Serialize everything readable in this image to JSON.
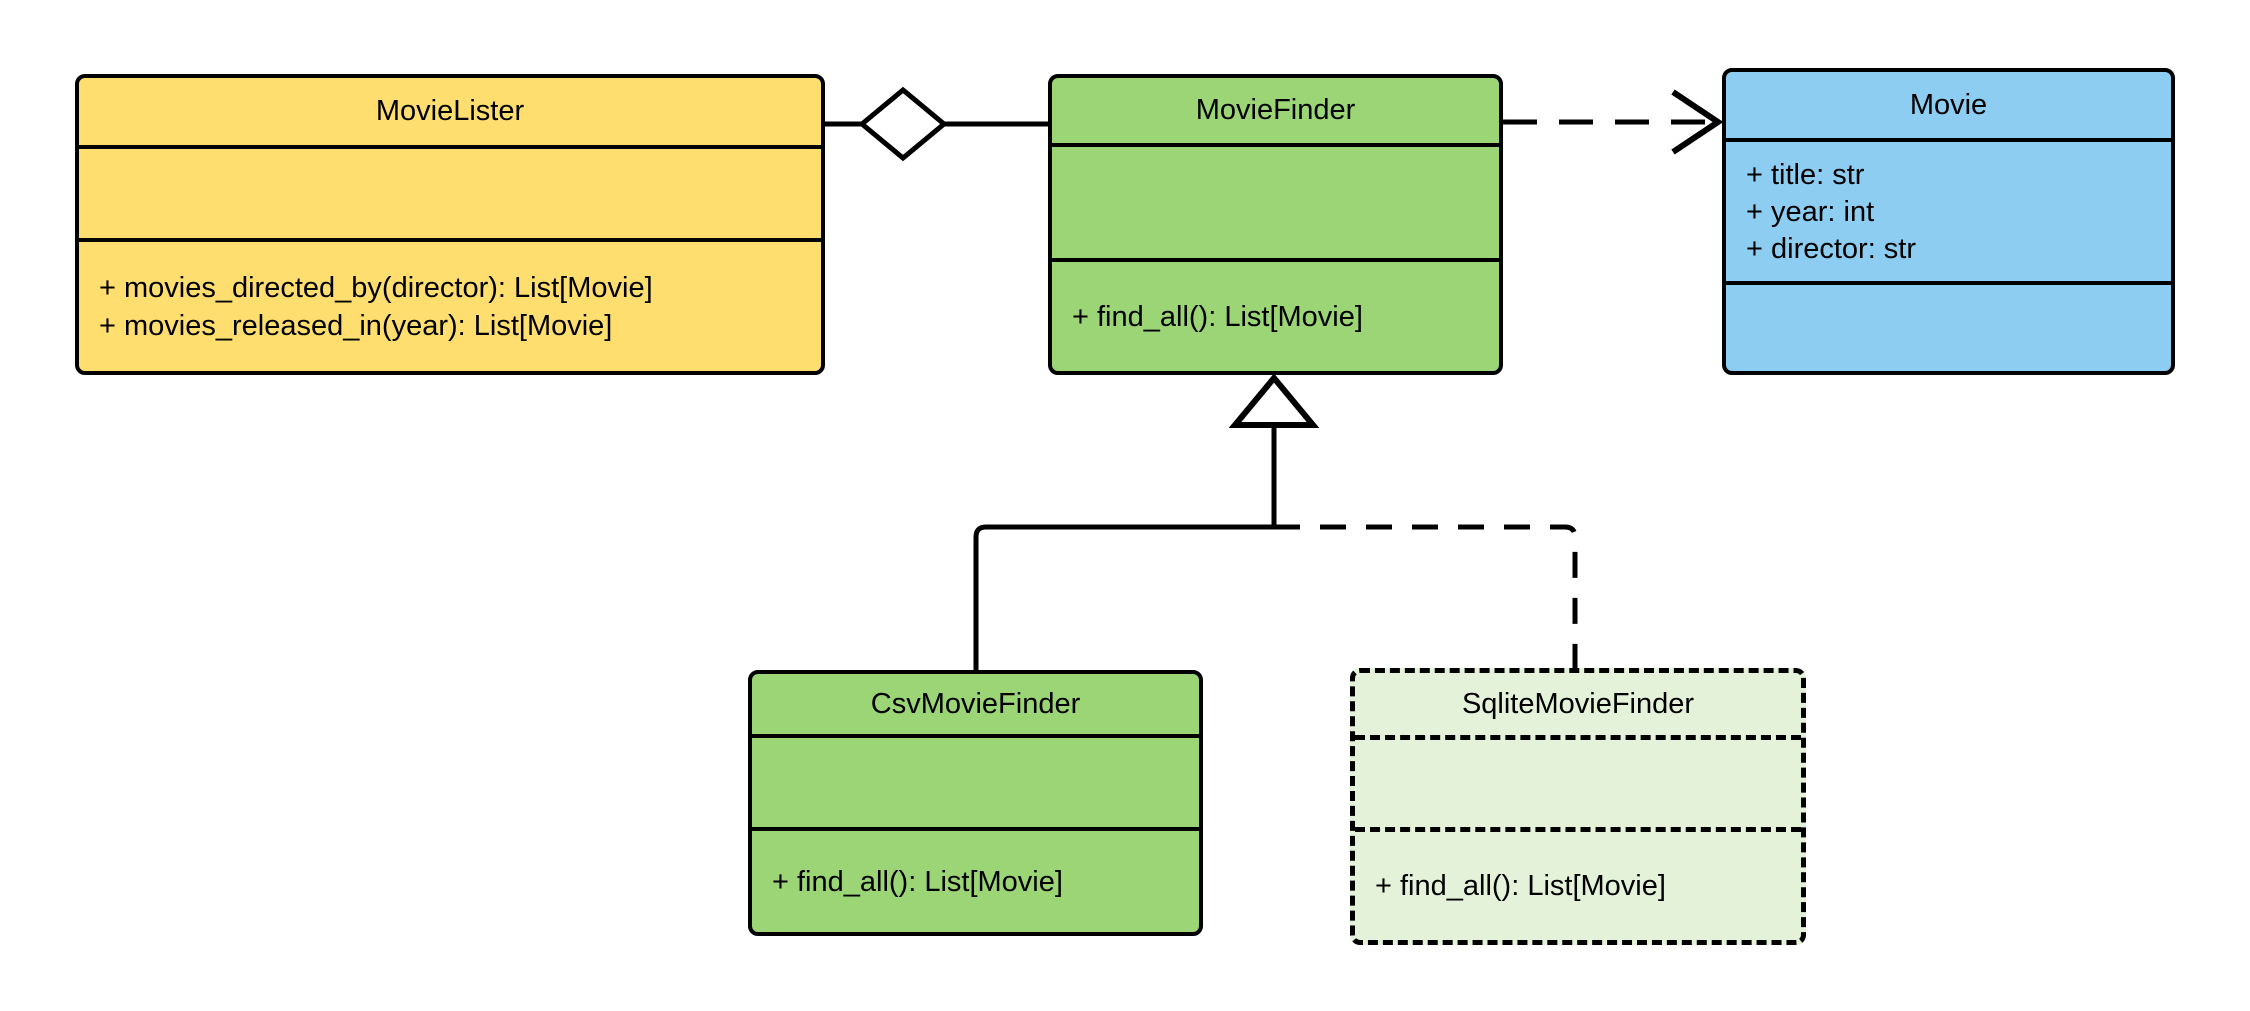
{
  "diagram": {
    "type": "uml-class-diagram",
    "background": "#FFFFFF",
    "stroke_color": "#000000",
    "classes": [
      {
        "id": "movie-lister",
        "name": "MovieLister",
        "fill": "#FFDE70",
        "border_style": "solid",
        "attributes": [],
        "methods": [
          "+ movies_directed_by(director): List[Movie]",
          "+ movies_released_in(year): List[Movie]"
        ]
      },
      {
        "id": "movie-finder",
        "name": "MovieFinder",
        "fill": "#9BD576",
        "border_style": "solid",
        "attributes": [],
        "methods": [
          "+ find_all(): List[Movie]"
        ]
      },
      {
        "id": "movie",
        "name": "Movie",
        "fill": "#8DCDF2",
        "border_style": "solid",
        "attributes": [
          "+ title: str",
          "+ year: int",
          "+ director: str"
        ],
        "methods": []
      },
      {
        "id": "csv-movie-finder",
        "name": "CsvMovieFinder",
        "fill": "#9BD576",
        "border_style": "solid",
        "attributes": [],
        "methods": [
          "+ find_all(): List[Movie]"
        ]
      },
      {
        "id": "sqlite-movie-finder",
        "name": "SqliteMovieFinder",
        "fill": "#E3F2D9",
        "border_style": "dashed",
        "attributes": [],
        "methods": [
          "+ find_all(): List[Movie]"
        ]
      }
    ],
    "relationships": [
      {
        "id": "lister-finder",
        "kind": "aggregation",
        "from": "MovieLister",
        "to": "MovieFinder",
        "line_style": "solid",
        "marker": "hollow-diamond"
      },
      {
        "id": "finder-movie",
        "kind": "dependency",
        "from": "MovieFinder",
        "to": "Movie",
        "line_style": "dashed",
        "marker": "open-arrow"
      },
      {
        "id": "csv-finder-generalization",
        "kind": "generalization",
        "from": "CsvMovieFinder",
        "to": "MovieFinder",
        "line_style": "solid",
        "marker": "hollow-triangle"
      },
      {
        "id": "sqlite-finder-generalization",
        "kind": "generalization",
        "from": "SqliteMovieFinder",
        "to": "MovieFinder",
        "line_style": "dashed",
        "marker": "hollow-triangle"
      }
    ]
  }
}
